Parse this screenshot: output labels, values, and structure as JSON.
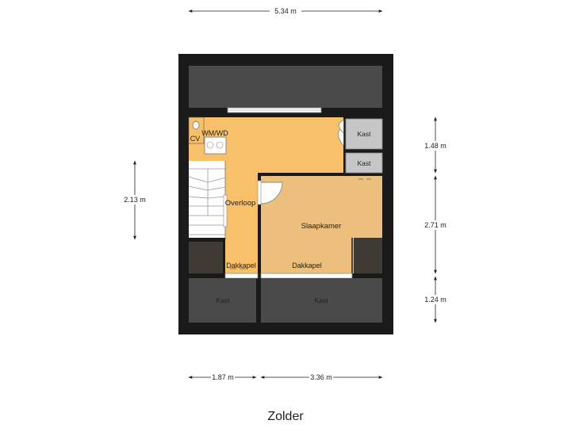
{
  "floor_title": "Zolder",
  "rooms": {
    "overloop": "Overloop",
    "slaapkamer": "Slaapkamer",
    "kast_top": "Kast",
    "kast_mid": "Kast",
    "kast_bottom_left": "Kast",
    "kast_bottom_right": "Kast",
    "dakkapel_left": "Dakkapel",
    "dakkapel_right": "Dakkapel",
    "wmwd": "WM/WD",
    "cv": "CV"
  },
  "dimensions": {
    "top_width": "5.34 m",
    "left_height": "2.13 m",
    "right_1": "1.48 m",
    "right_2": "2.71 m",
    "right_3": "1.24 m",
    "bottom_left": "1.87 m",
    "bottom_right": "3.36 m"
  },
  "colors": {
    "wall": "#1a1a1a",
    "roof_slope": "#4a4a4a",
    "overloop": "#f8c068",
    "slaapkamer": "#ecc07c",
    "storage": "#c6c6c6",
    "dark_storage": "#3f3a34"
  }
}
